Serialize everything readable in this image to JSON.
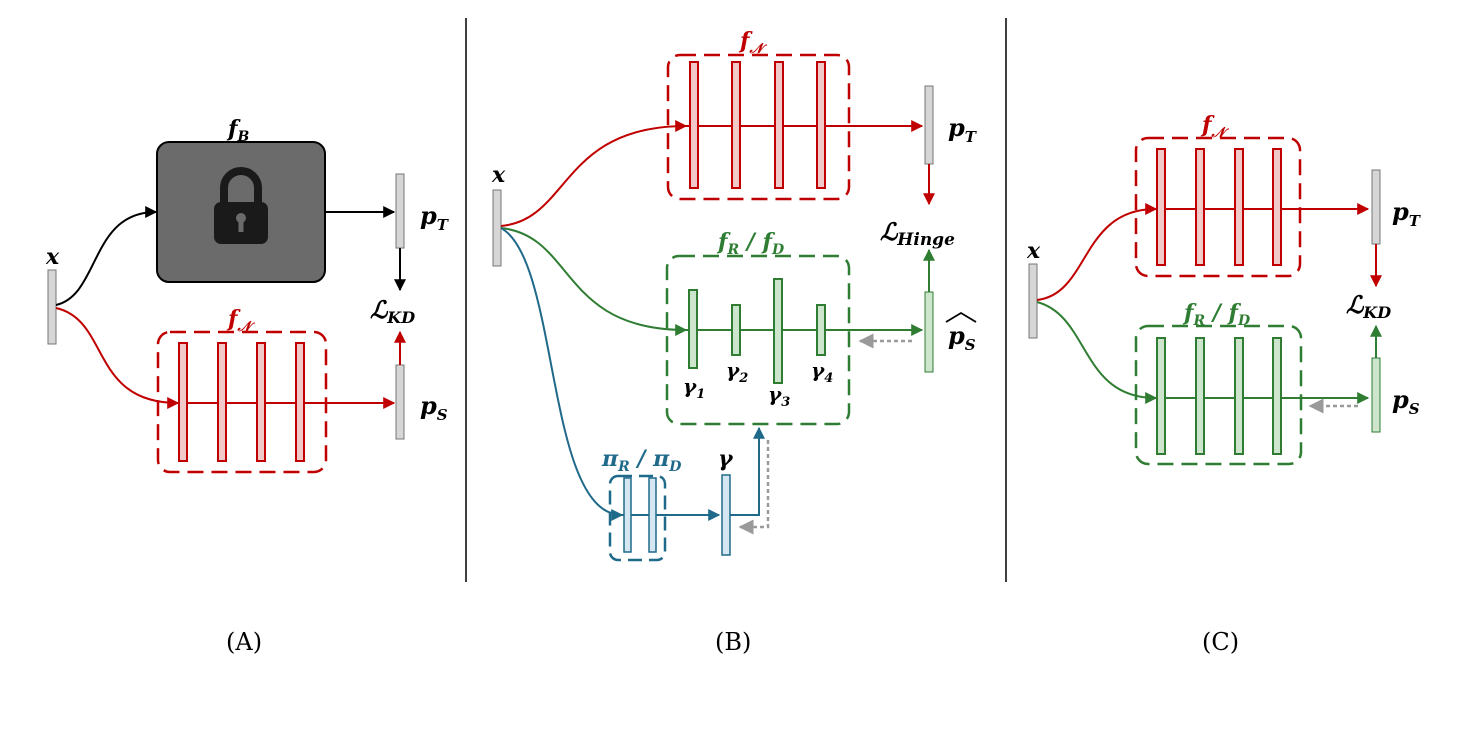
{
  "colors": {
    "red": "#c00000",
    "red_fill": "#f2c9c9",
    "green": "#2e7d32",
    "green_fill": "#cde5cc",
    "blue": "#1f6a8a",
    "blue_fill": "#d4e6ef",
    "black": "#000000",
    "gray_fill": "#d6d6d6",
    "dark_box": "#6b6b6b",
    "dotted_gray": "#9a9a9a"
  },
  "panel_a": {
    "caption": "(A)",
    "input_label": "x",
    "blackbox_label": "f",
    "blackbox_sub": "B",
    "lock_icon": "lock-icon",
    "student_net_label": "f",
    "student_net_sub": "𝒩",
    "teacher_out_label": "p",
    "teacher_out_sub": "T",
    "student_out_label": "p",
    "student_out_sub": "S",
    "loss_label": "ℒ",
    "loss_sub": "KD"
  },
  "panel_b": {
    "caption": "(B)",
    "input_label": "x",
    "top_net_label": "f",
    "top_net_sub": "𝒩",
    "top_out_label": "p",
    "top_out_sub": "T",
    "mid_net_label": "f",
    "mid_net_sub_1": "R",
    "mid_net_sep": " / ",
    "mid_net_label_2": "f",
    "mid_net_sub_2": "D",
    "mid_out_label": "p",
    "mid_out_sub": "S",
    "loss_label": "ℒ",
    "loss_sub": "Hinge",
    "gamma_labels": [
      {
        "label": "γ",
        "sub": "1"
      },
      {
        "label": "γ",
        "sub": "2"
      },
      {
        "label": "γ",
        "sub": "3"
      },
      {
        "label": "γ",
        "sub": "4"
      }
    ],
    "policy_label": "π",
    "policy_sub_1": "R",
    "policy_sep": " / ",
    "policy_label_2": "π",
    "policy_sub_2": "D",
    "policy_out_label": "γ"
  },
  "panel_c": {
    "caption": "(C)",
    "input_label": "x",
    "top_net_label": "f",
    "top_net_sub": "𝒩",
    "top_out_label": "p",
    "top_out_sub": "T",
    "bottom_net_label": "f",
    "bottom_net_sub_1": "R",
    "bottom_net_sep": " / ",
    "bottom_net_label_2": "f",
    "bottom_net_sub_2": "D",
    "bottom_out_label": "p",
    "bottom_out_sub": "S",
    "loss_label": "ℒ",
    "loss_sub": "KD"
  }
}
